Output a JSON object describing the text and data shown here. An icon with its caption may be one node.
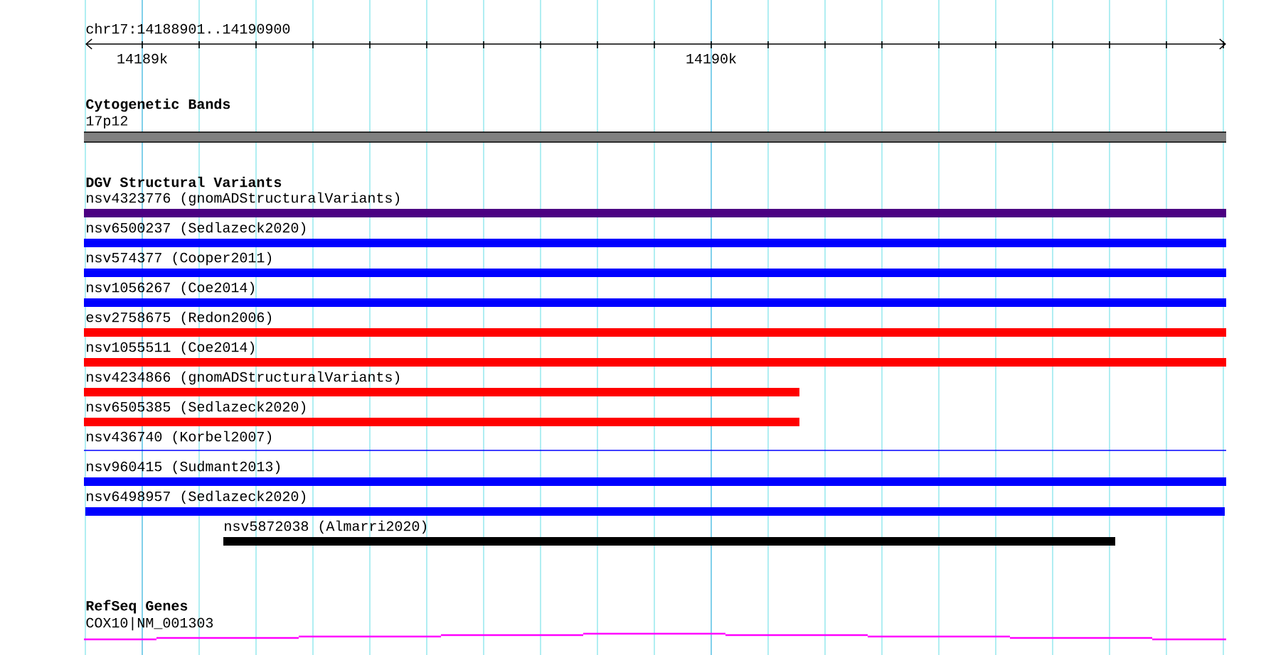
{
  "diagram": {
    "nodes": [
      {
        "text": [
          "17p12"
        ]
      },
      {
        "text": [
          "nsv4323776 (gnomADStructuralVariants)"
        ]
      },
      {
        "text": [
          "nsv6500237 (Sedlazeck2020)"
        ]
      },
      {
        "text": [
          "nsv574377 (Cooper2011)"
        ]
      },
      {
        "text": [
          "nsv1056267 (Coe2014)"
        ]
      },
      {
        "text": [
          "esv2758675 (Redon2006)"
        ]
      },
      {
        "text": [
          "nsv1055511 (Coe2014)"
        ]
      },
      {
        "text": [
          "nsv4234866 (gnomADStructuralVariants)"
        ]
      },
      {
        "text": [
          "nsv6505385 (Sedlazeck2020)"
        ]
      },
      {
        "text": [
          "nsv436740 (Korbel2007)"
        ]
      },
      {
        "text": [
          "nsv960415 (Sudmant2013)"
        ]
      },
      {
        "text": [
          "nsv6498957 (Sedlazeck2020)"
        ]
      },
      {
        "text": [
          "nsv5872038 (Almarri2020)"
        ]
      },
      {
        "text": [
          "COX10|NM_001303"
        ]
      }
    ],
    "labels": [
      "chr17:14188901..14190900",
      "14189k",
      "14190k",
      "Cytogenetic Bands",
      "DGV Structural Variants",
      "RefSeq Genes"
    ]
  }
}
